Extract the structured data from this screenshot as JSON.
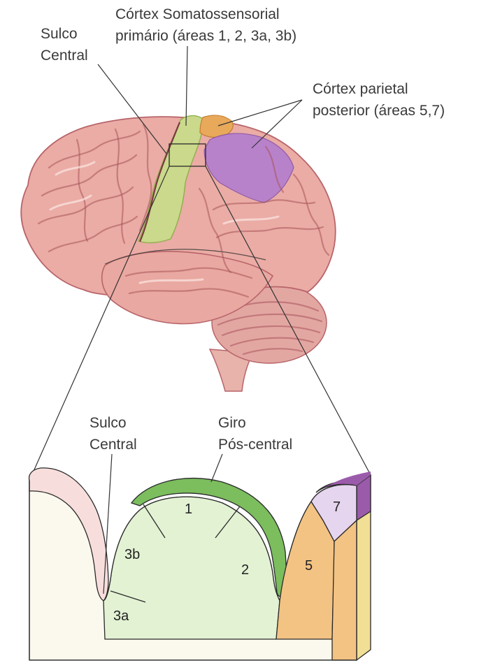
{
  "labels": {
    "cortex_somato_line1": "Córtex Somatossensorial",
    "cortex_somato_line2": "primário (áreas 1, 2, 3a, 3b)",
    "sulco_central_top_line1": "Sulco",
    "sulco_central_top_line2": "Central",
    "parietal_line1": "Córtex parietal",
    "parietal_line2": "posterior (áreas 5,7)",
    "sulco_central_bottom_line1": "Sulco",
    "sulco_central_bottom_line2": "Central",
    "giro_line1": "Giro",
    "giro_line2": "Pós-central"
  },
  "areas": {
    "a1": "1",
    "a2": "2",
    "a3a": "3a",
    "a3b": "3b",
    "a5": "5",
    "a7": "7"
  },
  "colors": {
    "brain": "#e9a9a3",
    "brain_dark": "#b8646a",
    "somatosensory": "#c9dc8a",
    "parietal_orange": "#e8a95a",
    "parietal_purple": "#b47fcf",
    "area1_2_3": "#e3f2d3",
    "gyrus_crown": "#7cbd5e",
    "area5": "#f3c383",
    "area7": "#e6d5ee",
    "area7_top": "#9b5bab",
    "precentral": "#f7dedc",
    "white_matter": "#fbf8ee",
    "side_face": "#f2df96"
  }
}
